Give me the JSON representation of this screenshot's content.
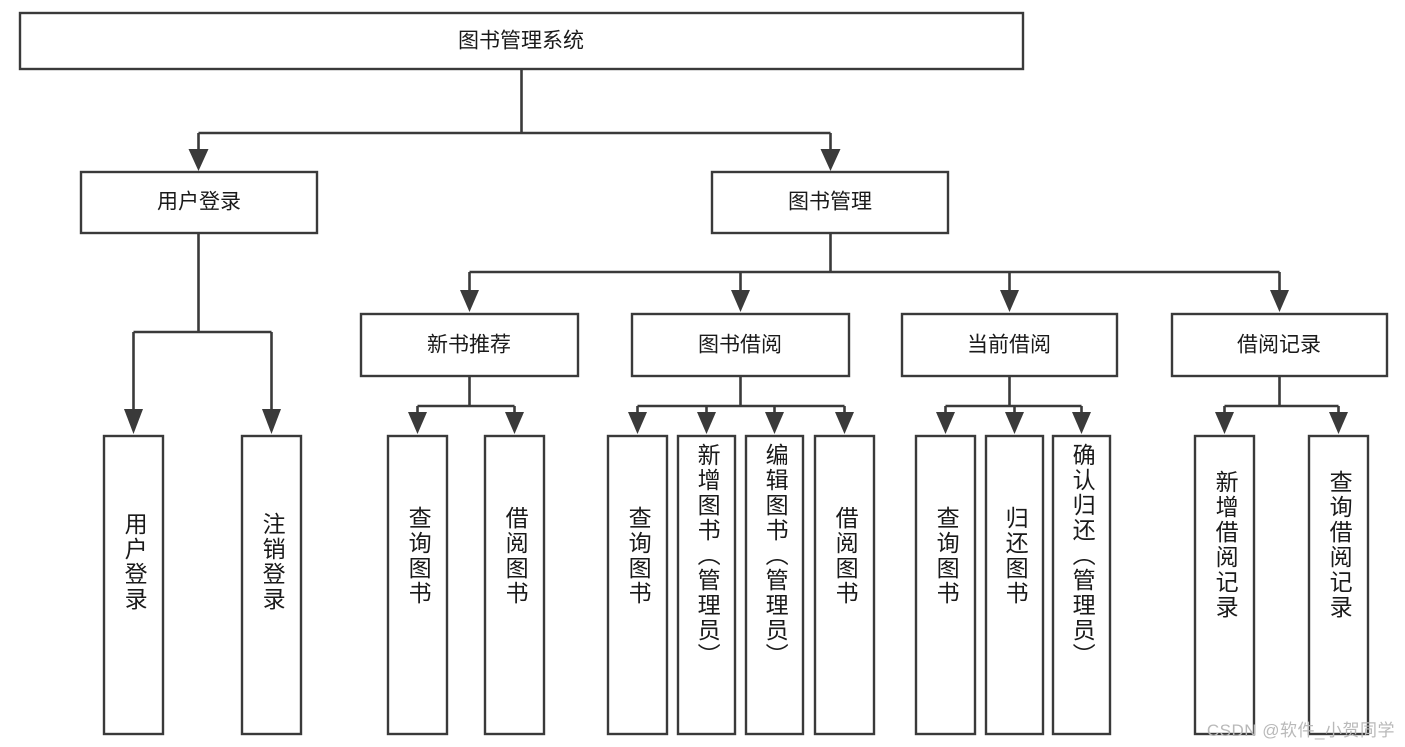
{
  "diagram": {
    "title": "图书管理系统",
    "type": "hierarchy-tree",
    "watermark": "CSDN @软件_小贺同学",
    "colors": {
      "box_stroke": "#3a3a3a",
      "box_fill": "#ffffff",
      "connector": "#3a3a3a",
      "text": "#1a1a1a",
      "background": "#ffffff",
      "watermark": "#b9b9b9"
    },
    "root": {
      "label": "图书管理系统"
    },
    "level2": [
      {
        "id": "user-login",
        "label": "用户登录"
      },
      {
        "id": "book-manage",
        "label": "图书管理"
      }
    ],
    "level3": [
      {
        "id": "new-book-recommend",
        "label": "新书推荐"
      },
      {
        "id": "book-borrow",
        "label": "图书借阅"
      },
      {
        "id": "current-borrow",
        "label": "当前借阅"
      },
      {
        "id": "borrow-record",
        "label": "借阅记录"
      }
    ],
    "leaves": {
      "user-login": [
        {
          "id": "leaf-user-login",
          "label": "用户登录"
        },
        {
          "id": "leaf-logout-login",
          "label": "注销登录"
        }
      ],
      "new-book-recommend": [
        {
          "id": "leaf-query-book-1",
          "label": "查询图书"
        },
        {
          "id": "leaf-borrow-book-1",
          "label": "借阅图书"
        }
      ],
      "book-borrow": [
        {
          "id": "leaf-query-book-2",
          "label": "查询图书"
        },
        {
          "id": "leaf-add-book",
          "label": "新增图书（管理员）"
        },
        {
          "id": "leaf-edit-book",
          "label": "编辑图书（管理员）"
        },
        {
          "id": "leaf-borrow-book-2",
          "label": "借阅图书"
        }
      ],
      "current-borrow": [
        {
          "id": "leaf-query-book-3",
          "label": "查询图书"
        },
        {
          "id": "leaf-return-book",
          "label": "归还图书"
        },
        {
          "id": "leaf-confirm-return",
          "label": "确认归还（管理员）"
        }
      ],
      "borrow-record": [
        {
          "id": "leaf-add-record",
          "label": "新增借阅记录"
        },
        {
          "id": "leaf-query-record",
          "label": "查询借阅记录"
        }
      ]
    }
  }
}
